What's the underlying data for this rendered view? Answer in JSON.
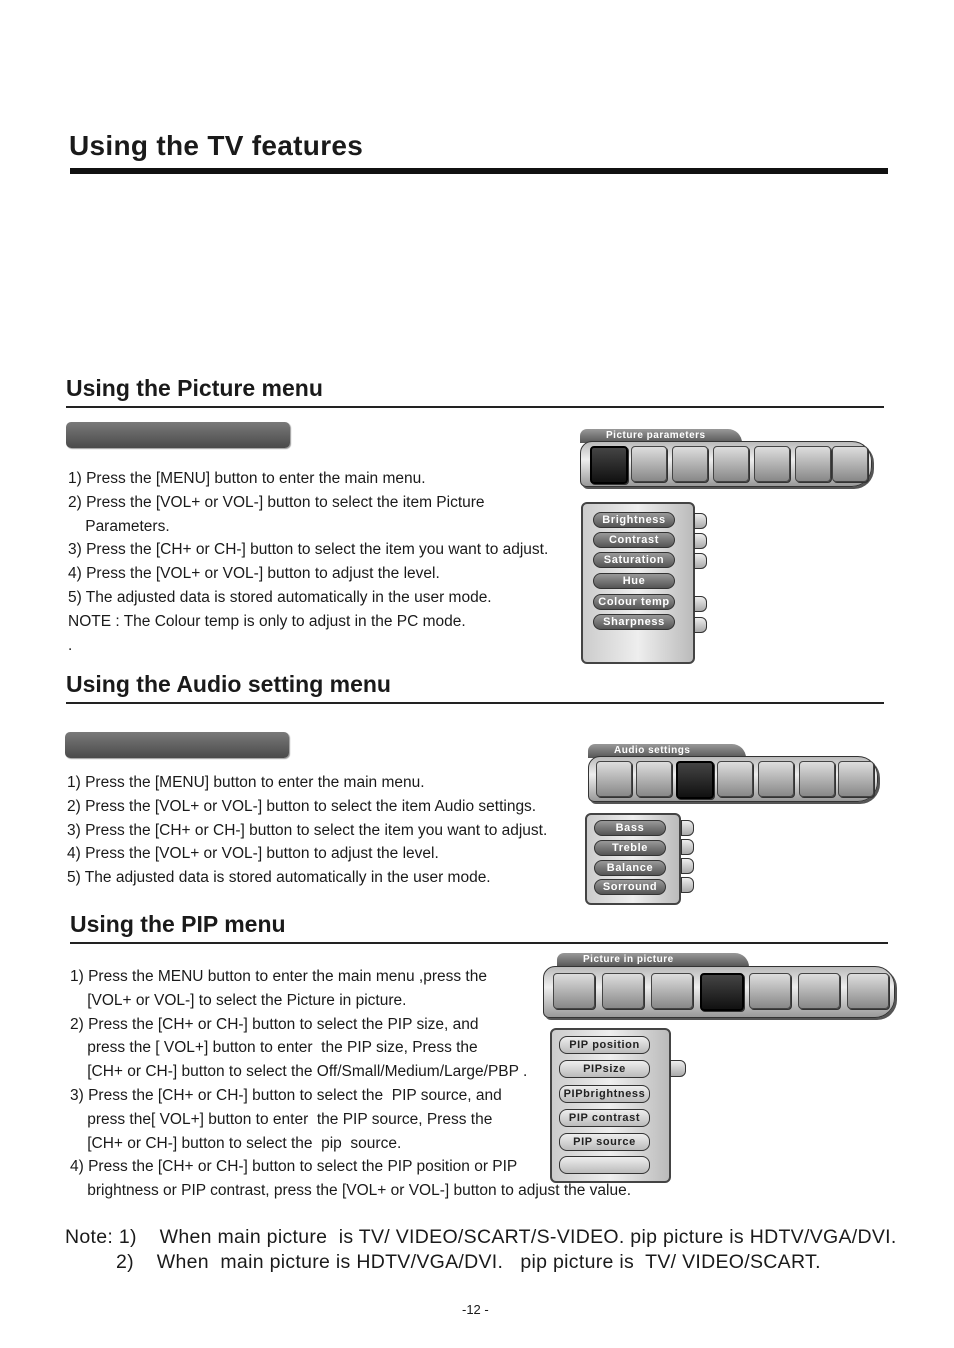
{
  "page_title": "Using the TV features",
  "picture": {
    "heading": "Using the Picture  menu",
    "steps": "1) Press the [MENU] button to enter the main menu.\n2) Press the [VOL+ or VOL-] button to select the item Picture\n    Parameters.\n3) Press the [CH+ or CH-] button to select the item you want to adjust.\n4) Press the [VOL+ or VOL-] button to adjust the level.\n5) The adjusted data is stored automatically in the user mode.\nNOTE : The Colour temp is only to adjust in the PC mode.\n.",
    "menu_title": "Picture parameters",
    "items": [
      "Brightness",
      "Contrast",
      "Saturation",
      "Hue",
      "Colour temp",
      "Sharpness"
    ]
  },
  "audio": {
    "heading": "Using the Audio setting  menu",
    "steps": "1) Press the [MENU] button to enter the main menu.\n2) Press the [VOL+ or VOL-] button to select the item Audio settings.\n3) Press the [CH+ or CH-] button to select the item you want to adjust.\n4) Press the [VOL+ or VOL-] button to adjust the level.\n5) The adjusted data is stored automatically in the user mode.",
    "menu_title": "Audio settings",
    "items": [
      "Bass",
      "Treble",
      "Balance",
      "Sorround"
    ]
  },
  "pip": {
    "heading": "Using the PIP menu",
    "steps": "1) Press the MENU button to enter the main menu ,press the\n    [VOL+ or VOL-] to select the Picture in picture.\n2) Press the [CH+ or CH-] button to select the PIP size, and\n    press the [ VOL+] button to enter  the PIP size, Press the\n    [CH+ or CH-] button to select the Off/Small/Medium/Large/PBP .\n3) Press the [CH+ or CH-] button to select the  PIP source, and\n    press the[ VOL+] button to enter  the PIP source, Press the\n    [CH+ or CH-] button to select the  pip  source.\n4) Press the [CH+ or CH-] button to select the PIP position or PIP\n    brightness or PIP contrast, press the [VOL+ or VOL-] button to adjust the value.",
    "menu_title": "Picture in picture",
    "items": [
      "PIP position",
      "PIPsize",
      "PIPbrightness",
      "PIP contrast",
      "PIP source",
      ""
    ]
  },
  "note": {
    "line1": "Note: 1)    When main picture  is TV/ VIDEO/SCART/S-VIDEO. pip picture is HDTV/VGA/DVI.",
    "line2": "2)    When  main picture is HDTV/VGA/DVI.   pip picture is  TV/ VIDEO/SCART."
  },
  "page_number": "-12 -",
  "menu_icons": [
    "tv-icon",
    "monitor-icon",
    "speaker-icon",
    "pip-window-icon",
    "satellite-dish-icon",
    "lock-icon",
    "wrench-icon"
  ]
}
